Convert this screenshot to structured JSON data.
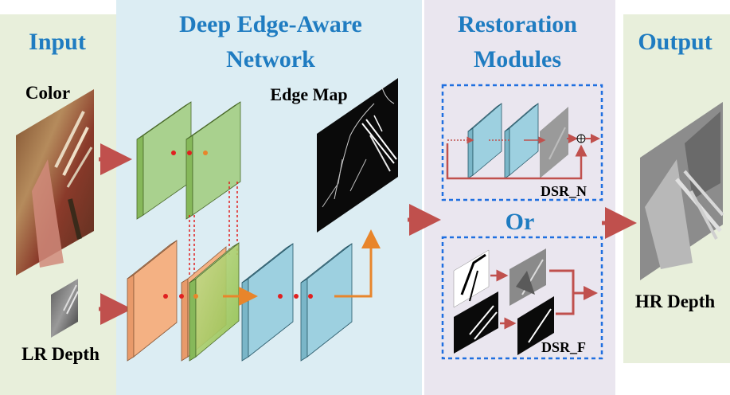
{
  "panels": {
    "input": {
      "title": "Input",
      "bg": "#e8efdb"
    },
    "network": {
      "title_line1": "Deep Edge-Aware",
      "title_line2": "Network",
      "bg": "#dcedf3"
    },
    "restoration": {
      "title_line1": "Restoration",
      "title_line2": "Modules",
      "bg": "#eae6ef"
    },
    "output": {
      "title": "Output",
      "bg": "#e8efdb"
    }
  },
  "labels": {
    "color": "Color",
    "lr_depth": "LR Depth",
    "edge_map": "Edge Map",
    "or": "Or",
    "dsr_n": "DSR_N",
    "dsr_f": "DSR_F",
    "hr_depth": "HR Depth"
  },
  "colors": {
    "title_blue": "#1f7cc1",
    "arrow_red": "#c0504d",
    "arrow_orange": "#e8852b",
    "dot_red": "#e02020",
    "dash_blue": "#1f6fe0",
    "layer_green": "#a9d18e",
    "layer_orange": "#f4b183",
    "layer_blue": "#9dd0e0"
  }
}
